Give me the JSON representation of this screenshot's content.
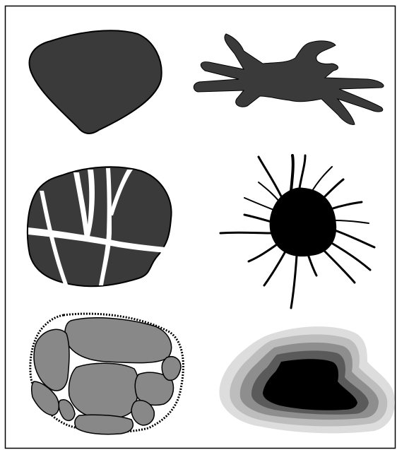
{
  "figure": {
    "panels": [
      {
        "id": "smooth-blob",
        "fill": "#3a3a3a"
      },
      {
        "id": "branching-shape",
        "fill": "#3a3a3a"
      },
      {
        "id": "cracked-blob",
        "fill": "#3a3a3a",
        "crack_color": "#ffffff"
      },
      {
        "id": "spiky-star",
        "fill": "#000000"
      },
      {
        "id": "pebble-cluster",
        "fill": "#888888",
        "outline": "dotted"
      },
      {
        "id": "concentric-blob",
        "fills": [
          "#dddddd",
          "#bdbdbd",
          "#8e8e8e",
          "#5a5a5a",
          "#000000"
        ]
      }
    ],
    "colors": {
      "background": "#ffffff",
      "border": "#000000",
      "stroke": "#000000"
    }
  }
}
